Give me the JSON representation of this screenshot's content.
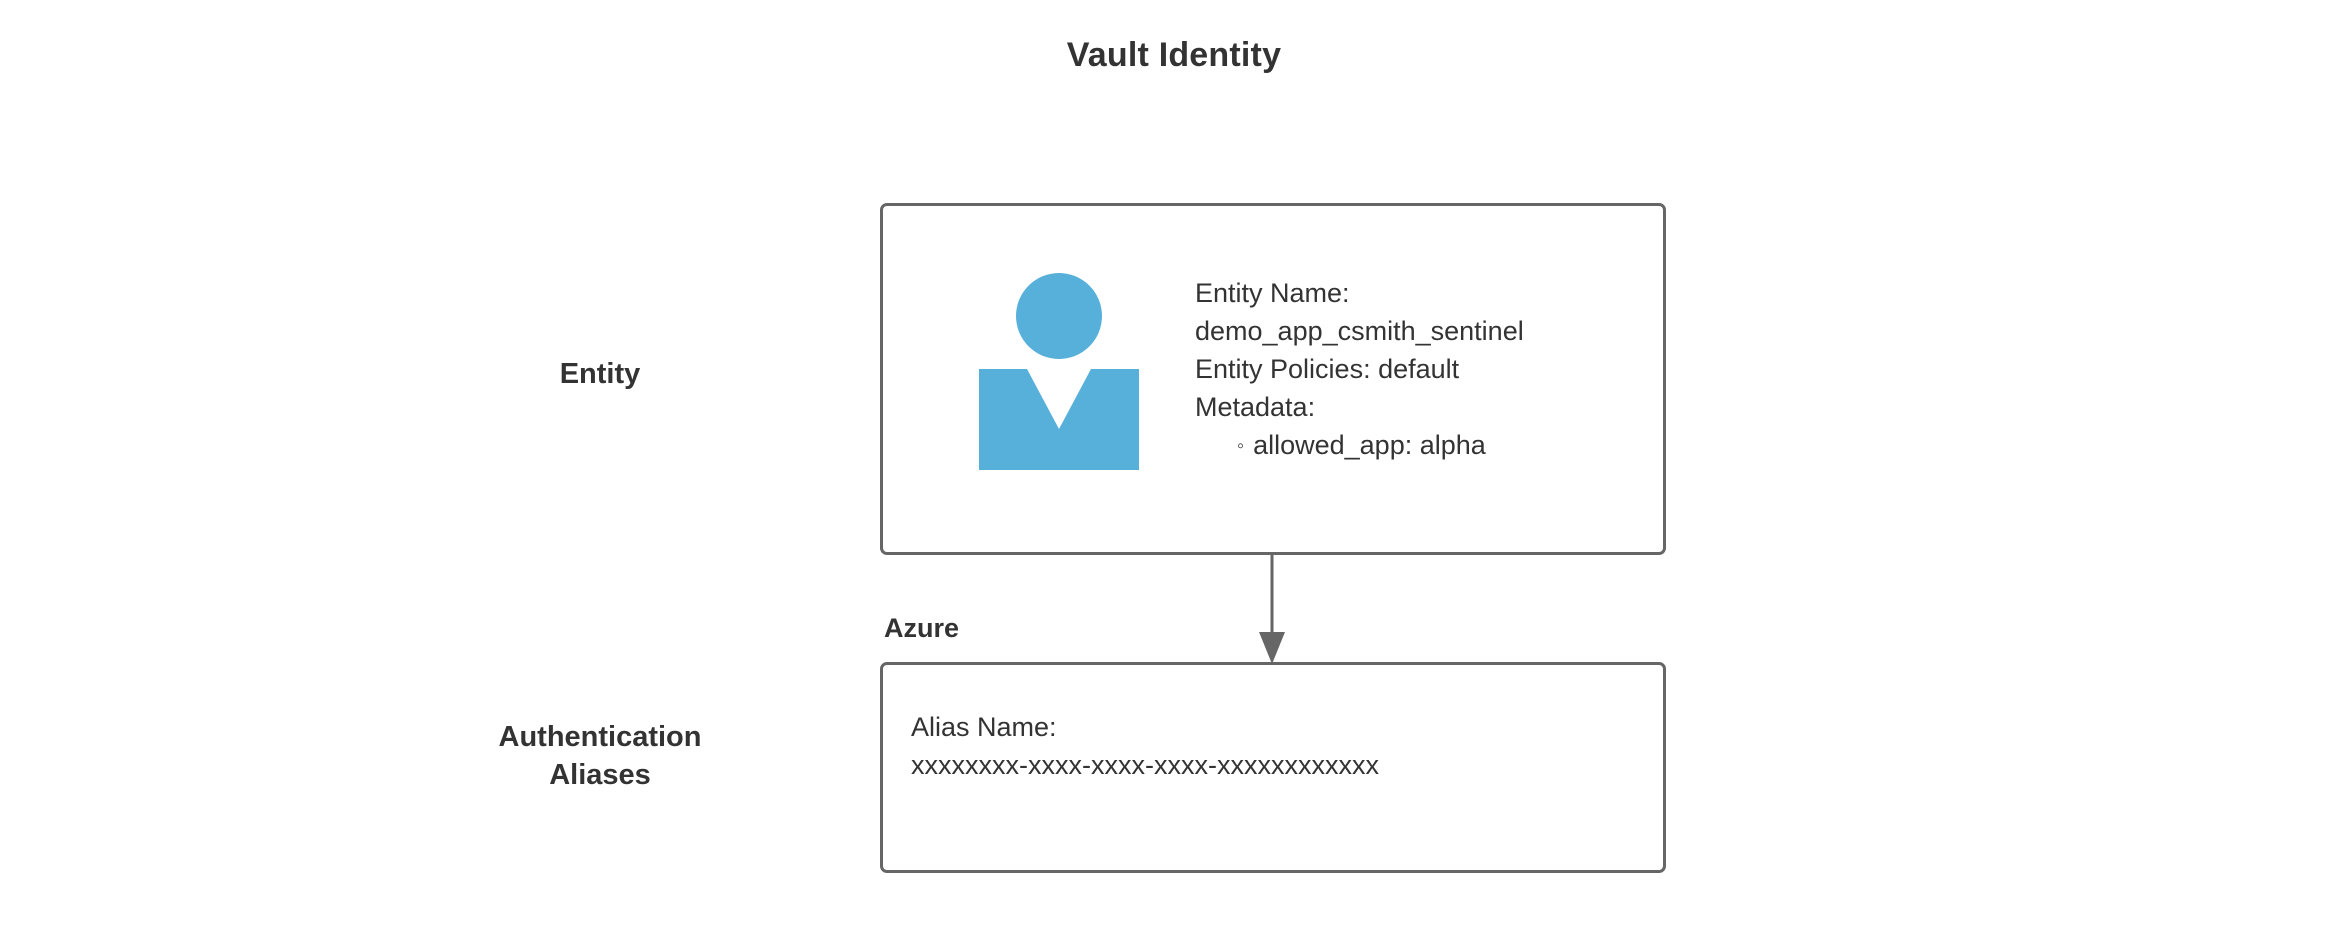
{
  "diagram": {
    "title": "Vault Identity",
    "background_color": "#ffffff",
    "text_color": "#333333",
    "border_color": "#666666",
    "accent_color": "#56b0da"
  },
  "row_labels": {
    "entity": "Entity",
    "auth_aliases_line1": "Authentication",
    "auth_aliases_line2": "Aliases"
  },
  "entity_node": {
    "icon": "person-icon",
    "name_label": "Entity Name:",
    "name_value": "demo_app_csmith_sentinel",
    "policies_line": "Entity Policies: default",
    "metadata_label": "Metadata:",
    "metadata_items": [
      {
        "bullet": "◦",
        "text": "allowed_app: alpha"
      }
    ]
  },
  "alias_group": {
    "group_label": "Azure",
    "alias_name_label": "Alias Name:",
    "alias_name_value": "xxxxxxxx-xxxx-xxxx-xxxx-xxxxxxxxxxxx"
  },
  "connector": {
    "from": "entity-box",
    "to": "alias-box",
    "direction": "down",
    "arrowhead": "filled-triangle"
  }
}
